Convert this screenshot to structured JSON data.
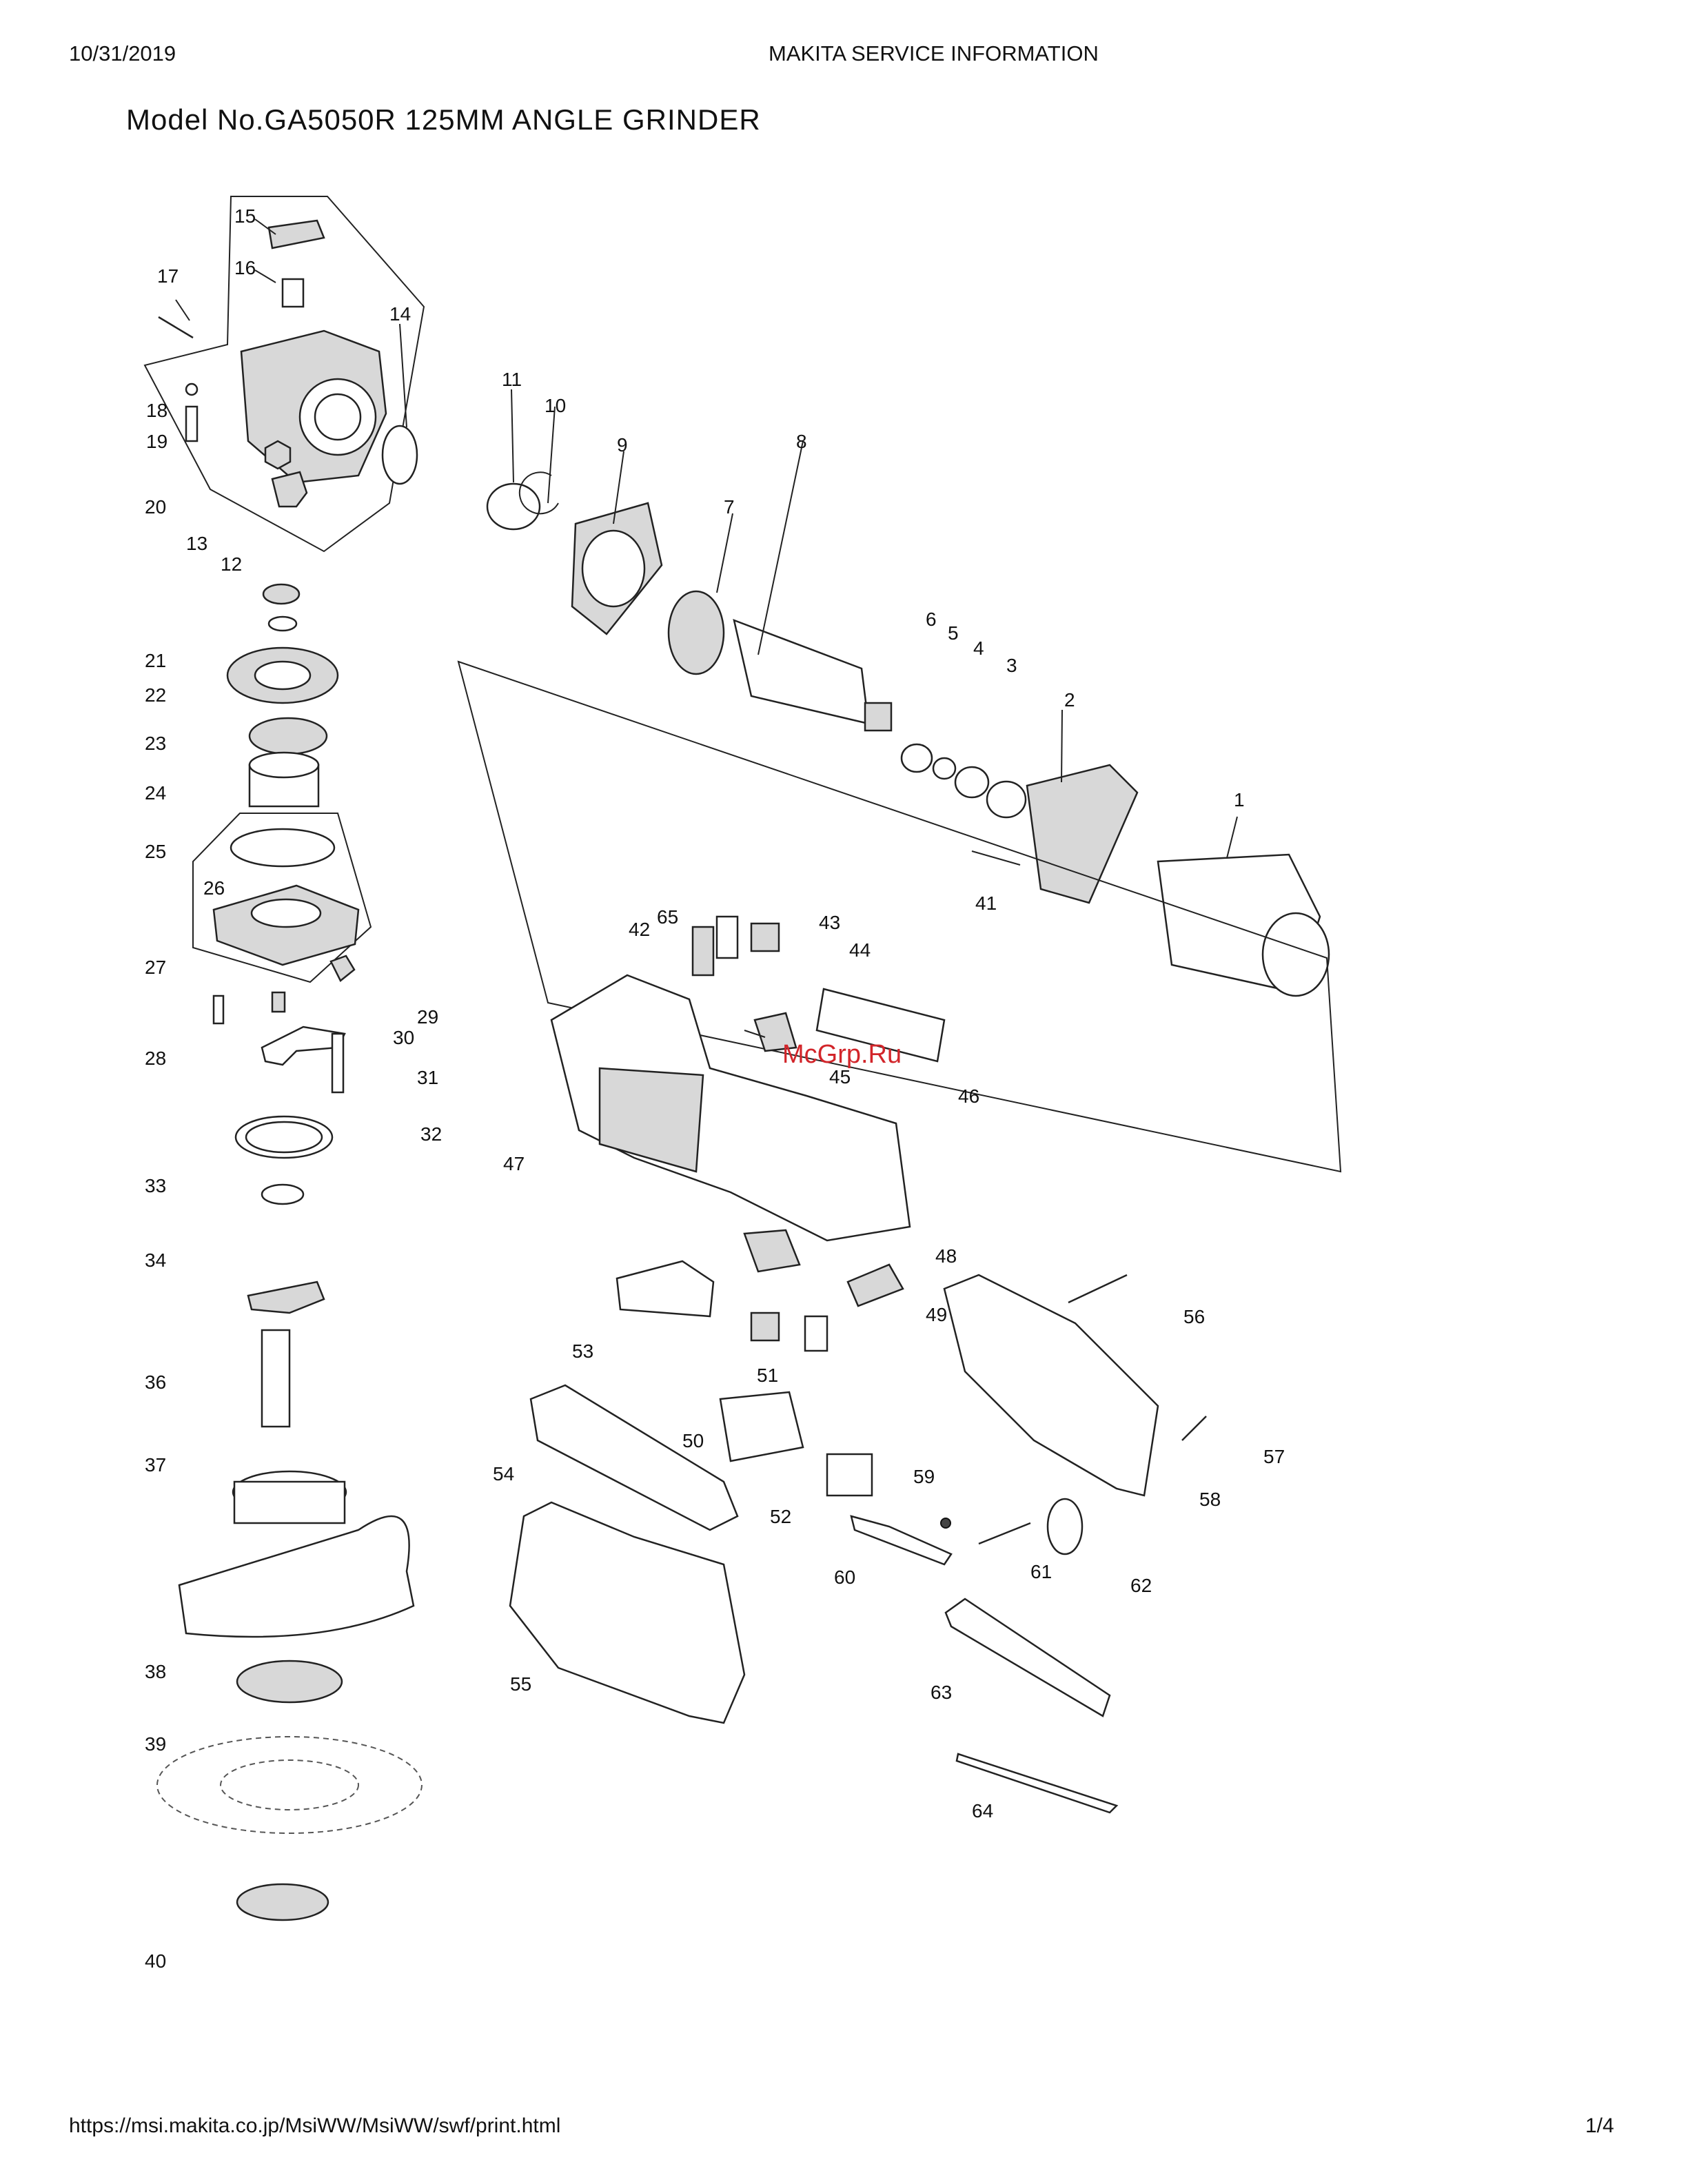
{
  "header": {
    "date": "10/31/2019",
    "title": "MAKITA SERVICE INFORMATION"
  },
  "model_title": "Model No.GA5050R 125MM ANGLE GRINDER",
  "watermark": "McGrp.Ru",
  "footer": {
    "url": "https://msi.makita.co.jp/MsiWW/MsiWW/swf/print.html",
    "page": "1/4"
  },
  "part_labels": [
    "1",
    "2",
    "3",
    "4",
    "5",
    "6",
    "7",
    "8",
    "9",
    "10",
    "11",
    "12",
    "13",
    "14",
    "15",
    "16",
    "17",
    "18",
    "19",
    "20",
    "21",
    "22",
    "23",
    "24",
    "25",
    "26",
    "27",
    "28",
    "29",
    "30",
    "31",
    "32",
    "33",
    "34",
    "36",
    "37",
    "38",
    "39",
    "40",
    "41",
    "42",
    "43",
    "44",
    "45",
    "46",
    "47",
    "48",
    "49",
    "50",
    "51",
    "52",
    "53",
    "54",
    "55",
    "56",
    "57",
    "58",
    "59",
    "60",
    "61",
    "62",
    "63",
    "64",
    "65"
  ]
}
